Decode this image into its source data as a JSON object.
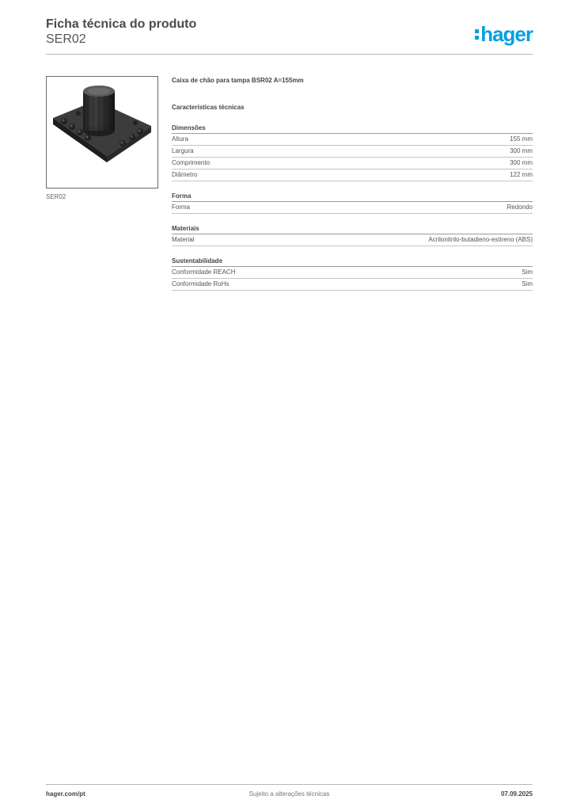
{
  "header": {
    "title": "Ficha técnica do produto",
    "subtitle": "SER02",
    "logo_text": "hager",
    "logo_color": "#009fe3"
  },
  "product": {
    "image_caption": "SER02",
    "name": "Caixa de chão para tampa BSR02 A=155mm",
    "tech_heading": "Características técnicas"
  },
  "sections": [
    {
      "title": "Dimensões",
      "rows": [
        {
          "label": "Altura",
          "value": "155 mm"
        },
        {
          "label": "Largura",
          "value": "300 mm"
        },
        {
          "label": "Comprimento",
          "value": "300 mm"
        },
        {
          "label": "Diâmetro",
          "value": "122 mm"
        }
      ]
    },
    {
      "title": "Forma",
      "rows": [
        {
          "label": "Forma",
          "value": "Redondo"
        }
      ]
    },
    {
      "title": "Materiais",
      "rows": [
        {
          "label": "Material",
          "value": "Acrilonitrilo-butadieno-estireno (ABS)"
        }
      ]
    },
    {
      "title": "Sustentabilidade",
      "rows": [
        {
          "label": "Conformidade REACH",
          "value": "Sim"
        },
        {
          "label": "Conformidade RoHs",
          "value": "Sim"
        }
      ]
    }
  ],
  "footer": {
    "website": "hager.com/pt",
    "notice": "Sujeito a alterações técnicas",
    "date": "07.09.2025"
  }
}
